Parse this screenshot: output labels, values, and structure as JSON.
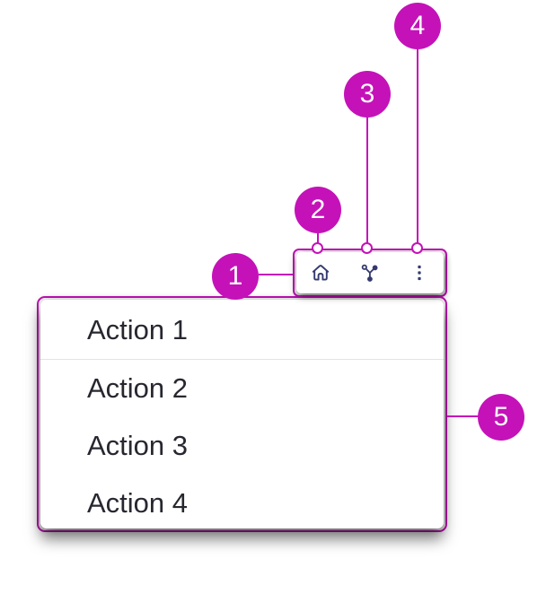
{
  "colors": {
    "annotation": "#C412B8",
    "icon": "#343A6E",
    "menu_text": "#272730",
    "divider": "#E2E2E8"
  },
  "badges": [
    {
      "label": "1"
    },
    {
      "label": "2"
    },
    {
      "label": "3"
    },
    {
      "label": "4"
    },
    {
      "label": "5"
    }
  ],
  "toolbar": {
    "buttons": [
      {
        "icon": "home-icon"
      },
      {
        "icon": "share-icon"
      },
      {
        "icon": "overflow-menu-icon"
      }
    ]
  },
  "menu": {
    "items": [
      {
        "label": "Action 1"
      },
      {
        "label": "Action 2"
      },
      {
        "label": "Action 3"
      },
      {
        "label": "Action 4"
      }
    ]
  }
}
